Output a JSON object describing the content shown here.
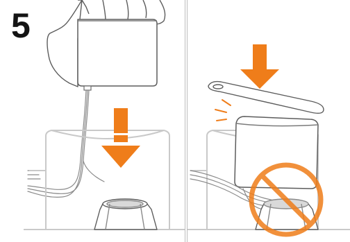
{
  "step": {
    "number": "5"
  },
  "colors": {
    "line": "#c9c9c9",
    "line_dark": "#9a9a9a",
    "arrow": "#ef7d1a",
    "prohibition": "#ef7d1a",
    "stroke_outline": "#5c5c5c"
  },
  "panels": [
    {
      "id": "left",
      "description_icon": "hand-holding-module-icon",
      "arrow_icon": "down-arrow-icon"
    },
    {
      "id": "right",
      "description_icon": "cable-pinched-icon",
      "arrow_icon": "down-arrow-icon",
      "warning_icon": "prohibition-icon"
    }
  ]
}
